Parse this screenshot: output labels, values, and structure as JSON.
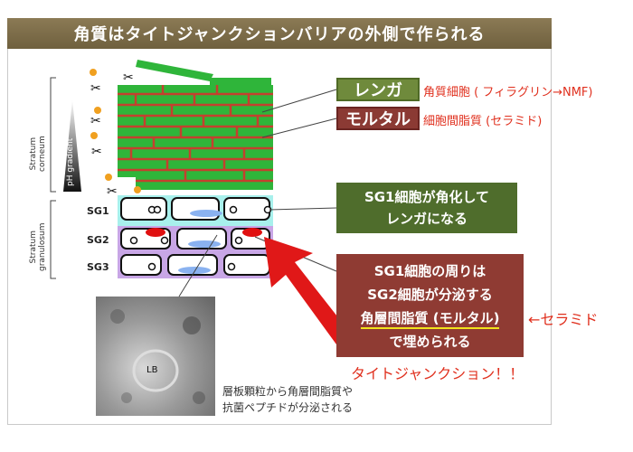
{
  "title": "角質はタイトジャンクションバリアの外側で作られる",
  "labels": {
    "stratum_corneum": [
      "Stratum",
      "corneum"
    ],
    "stratum_granulosum": [
      "Stratum",
      "granulosum"
    ],
    "ph_gradient": "pH gradient",
    "sg1": "SG1",
    "sg2": "SG2",
    "sg3": "SG3",
    "lb": "LB"
  },
  "tags": {
    "renga": "レンガ",
    "mortar": "モルタル"
  },
  "notes": {
    "renga_note": "角質細胞 ( フィラグリン→NMF)",
    "mortar_note": "細胞間脂質 (セラミド)",
    "ceramide_arrow": "←セラミド",
    "tight_junction": "タイトジャンクション！！"
  },
  "box_green": {
    "line1": "SG1細胞が角化して",
    "line2": "レンガになる"
  },
  "box_brown": {
    "line1": "SG1細胞の周りは",
    "line2": "SG2細胞が分泌する",
    "line3": "角層間脂質 (モルタル)",
    "line4": "で埋められる"
  },
  "caption": {
    "line1": "層板顆粒から角層間脂質や",
    "line2": "抗菌ペプチドが分泌される"
  },
  "colors": {
    "brick_green": "#2fb53a",
    "mortar_red": "#c4402e",
    "sg1_cyan": "#a8f0ec",
    "sg_purple": "#c8a6e6",
    "tj_red": "#e01010",
    "arrow_red": "#e01818"
  }
}
